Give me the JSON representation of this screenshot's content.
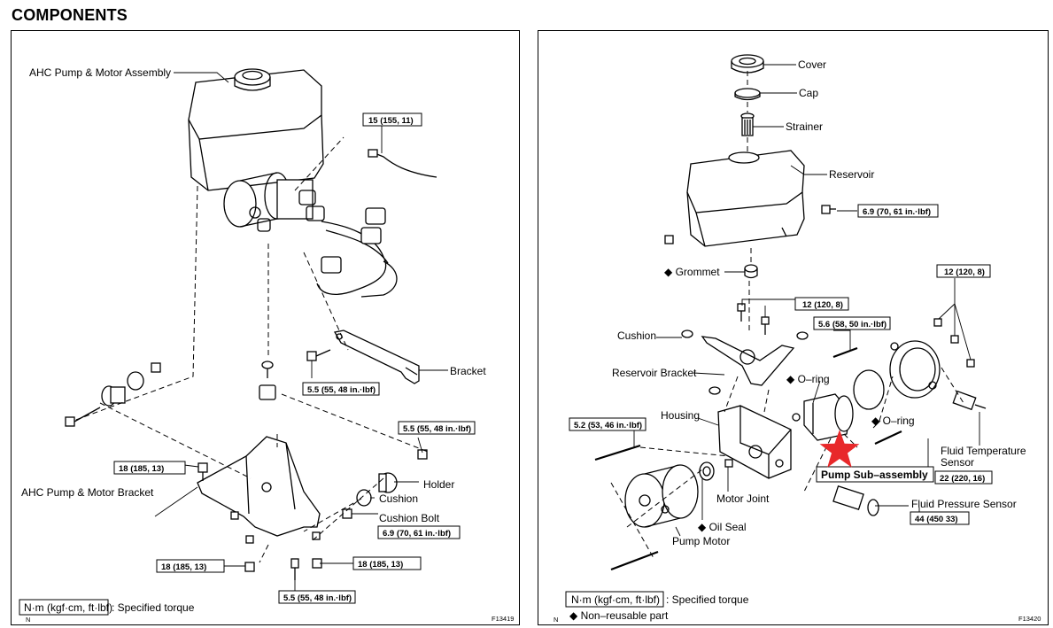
{
  "page_title": "COMPONENTS",
  "left": {
    "labels": {
      "ahc_assembly": "AHC Pump & Motor Assembly",
      "bracket": "Bracket",
      "ahc_bracket": "AHC Pump & Motor Bracket",
      "holder": "Holder",
      "cushion": "Cushion",
      "cushion_bolt": "Cushion Bolt"
    },
    "torques": {
      "t1": "15 (155, 11)",
      "t2": "5.5 (55, 48 in.·lbf)",
      "t3": "5.5 (55, 48 in.·lbf)",
      "t4": "18 (185, 13)",
      "t5": "6.9 (70, 61 in.·lbf)",
      "t6": "18 (185, 13)",
      "t7": "18 (185, 13)",
      "t8": "5.5 (55, 48 in.·lbf)"
    },
    "legend_box": "N·m (kgf·cm, ft·lbf)",
    "legend_text": ": Specified torque",
    "n_mark": "N",
    "fig_code": "F13419"
  },
  "right": {
    "labels": {
      "cover": "Cover",
      "cap": "Cap",
      "strainer": "Strainer",
      "reservoir": "Reservoir",
      "grommet": "Grommet",
      "cushion": "Cushion",
      "reservoir_bracket": "Reservoir Bracket",
      "housing": "Housing",
      "oring1": "O–ring",
      "oring2": "O–ring",
      "fluid_temp_sensor_1": "Fluid Temperature",
      "fluid_temp_sensor_2": "Sensor",
      "pump_sub_assembly": "Pump Sub–assembly",
      "motor_joint": "Motor Joint",
      "oil_seal": "Oil Seal",
      "pump_motor": "Pump Motor",
      "fluid_pressure_sensor": "Fluid Pressure Sensor"
    },
    "torques": {
      "t1": "6.9 (70, 61 in.·lbf)",
      "t2": "12 (120, 8)",
      "t3": "12 (120, 8)",
      "t4": "5.6 (58, 50 in.·lbf)",
      "t5": "5.2 (53, 46 in.·lbf)",
      "t6": "22 (220, 16)",
      "t7": "44 (450 33)"
    },
    "legend_box": "N·m (kgf·cm, ft·lbf)",
    "legend_text": ": Specified torque",
    "nonreusable": "Non–reusable part",
    "n_mark": "N",
    "fig_code": "F13420",
    "star_color": "#e8282a"
  }
}
